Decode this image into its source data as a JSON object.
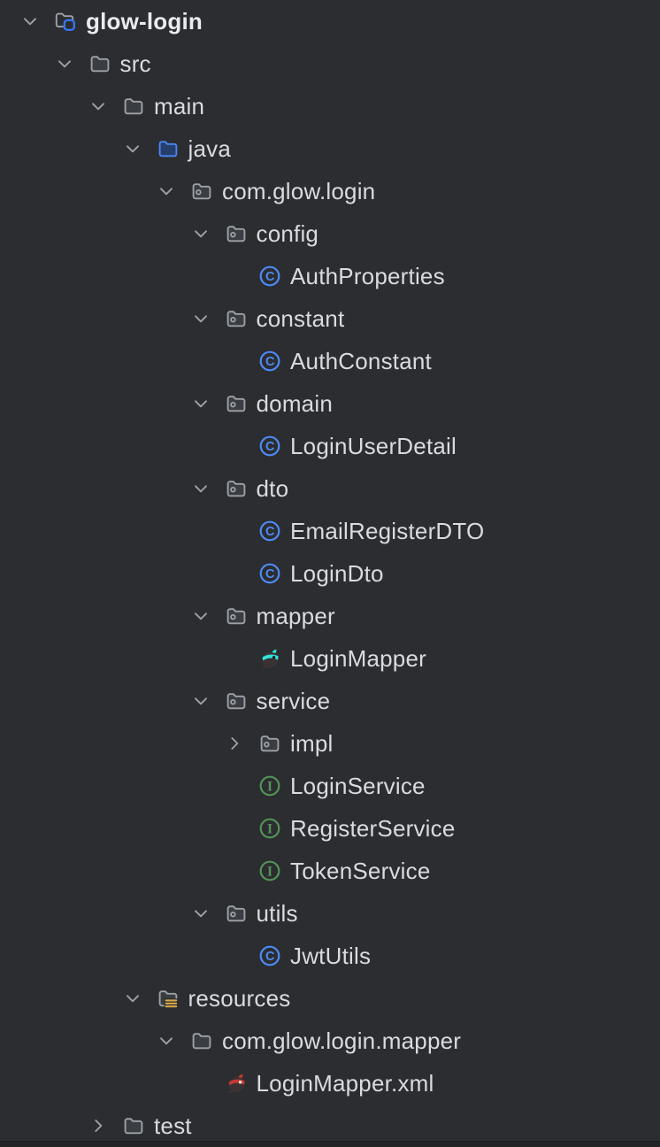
{
  "colors": {
    "bg": "#2b2d30",
    "text": "#d8dbe0",
    "text_bright": "#e9ebee",
    "tree_icon_gray": "#9da2a8",
    "chevron_gray": "#9da2a8",
    "folder_fill": "#3a3d41",
    "source_root_blue": "#4b85f4",
    "source_root_fill": "#27406b",
    "project_badge_blue": "#3574f0",
    "resources_yellow": "#d9a94a",
    "class_blue": "#4e8af5",
    "interface_green": "#549257",
    "bird_body": "#3a3133",
    "bird_teal": "#31e2d8",
    "bird_red": "#c63832",
    "strip": "#222326",
    "strip_line": "#1a1b1e"
  },
  "tree": {
    "rows": [
      {
        "label": "glow-login",
        "level": 0,
        "chevron": "expanded",
        "icon": "project-folder",
        "bold": true
      },
      {
        "label": "src",
        "level": 1,
        "chevron": "expanded",
        "icon": "folder"
      },
      {
        "label": "main",
        "level": 2,
        "chevron": "expanded",
        "icon": "folder"
      },
      {
        "label": "java",
        "level": 3,
        "chevron": "expanded",
        "icon": "source-root-folder"
      },
      {
        "label": "com.glow.login",
        "level": 4,
        "chevron": "expanded",
        "icon": "package-folder"
      },
      {
        "label": "config",
        "level": 5,
        "chevron": "expanded",
        "icon": "package-folder"
      },
      {
        "label": "AuthProperties",
        "level": 6,
        "chevron": "none",
        "icon": "java-class"
      },
      {
        "label": "constant",
        "level": 5,
        "chevron": "expanded",
        "icon": "package-folder"
      },
      {
        "label": "AuthConstant",
        "level": 6,
        "chevron": "none",
        "icon": "java-class"
      },
      {
        "label": "domain",
        "level": 5,
        "chevron": "expanded",
        "icon": "package-folder"
      },
      {
        "label": "LoginUserDetail",
        "level": 6,
        "chevron": "none",
        "icon": "java-class"
      },
      {
        "label": "dto",
        "level": 5,
        "chevron": "expanded",
        "icon": "package-folder"
      },
      {
        "label": "EmailRegisterDTO",
        "level": 6,
        "chevron": "none",
        "icon": "java-class"
      },
      {
        "label": "LoginDto",
        "level": 6,
        "chevron": "none",
        "icon": "java-class"
      },
      {
        "label": "mapper",
        "level": 5,
        "chevron": "expanded",
        "icon": "package-folder"
      },
      {
        "label": "LoginMapper",
        "level": 6,
        "chevron": "none",
        "icon": "mybatis-bird-teal"
      },
      {
        "label": "service",
        "level": 5,
        "chevron": "expanded",
        "icon": "package-folder"
      },
      {
        "label": "impl",
        "level": 6,
        "chevron": "collapsed",
        "icon": "package-folder"
      },
      {
        "label": "LoginService",
        "level": 6,
        "chevron": "none",
        "icon": "java-interface"
      },
      {
        "label": "RegisterService",
        "level": 6,
        "chevron": "none",
        "icon": "java-interface"
      },
      {
        "label": "TokenService",
        "level": 6,
        "chevron": "none",
        "icon": "java-interface"
      },
      {
        "label": "utils",
        "level": 5,
        "chevron": "expanded",
        "icon": "package-folder"
      },
      {
        "label": "JwtUtils",
        "level": 6,
        "chevron": "none",
        "icon": "java-class"
      },
      {
        "label": "resources",
        "level": 3,
        "chevron": "expanded",
        "icon": "resources-folder"
      },
      {
        "label": "com.glow.login.mapper",
        "level": 4,
        "chevron": "expanded",
        "icon": "folder"
      },
      {
        "label": "LoginMapper.xml",
        "level": 5,
        "chevron": "none",
        "icon": "mybatis-bird-red"
      },
      {
        "label": "test",
        "level": 2,
        "chevron": "collapsed",
        "icon": "folder"
      }
    ]
  }
}
